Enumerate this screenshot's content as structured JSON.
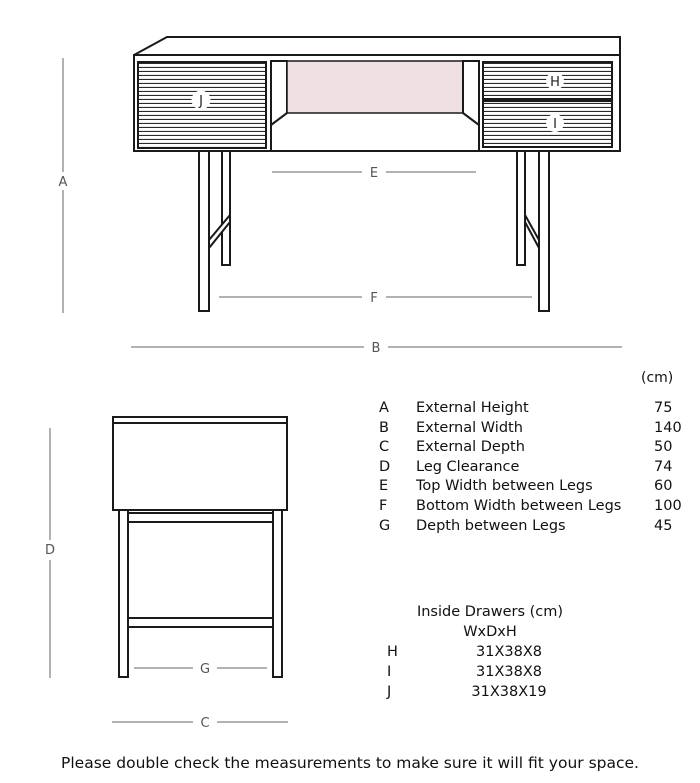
{
  "dimensions": {
    "front": [
      "A",
      "B",
      "E",
      "F"
    ],
    "drawers": [
      "J",
      "H",
      "I"
    ],
    "side": [
      "D",
      "G",
      "C"
    ]
  },
  "unit_label": "(cm)",
  "specs": [
    {
      "key": "A",
      "name": "External Height",
      "value": "75"
    },
    {
      "key": "B",
      "name": "External Width",
      "value": "140"
    },
    {
      "key": "C",
      "name": "External Depth",
      "value": "50"
    },
    {
      "key": "D",
      "name": "Leg Clearance",
      "value": "74"
    },
    {
      "key": "E",
      "name": "Top Width between Legs",
      "value": "60"
    },
    {
      "key": "F",
      "name": "Bottom Width between Legs",
      "value": "100"
    },
    {
      "key": "G",
      "name": "Depth between Legs",
      "value": "45"
    }
  ],
  "inside_drawers": {
    "title": "Inside Drawers (cm)",
    "subtitle": "WxDxH",
    "rows": [
      {
        "key": "H",
        "value": "31X38X8"
      },
      {
        "key": "I",
        "value": "31X38X8"
      },
      {
        "key": "J",
        "value": "31X38X19"
      }
    ]
  },
  "note": "Please double check the measurements to make sure it will fit your space.",
  "colors": {
    "line": "#1a1a1a",
    "dim": "#666666",
    "panel": "#efe1e3"
  }
}
